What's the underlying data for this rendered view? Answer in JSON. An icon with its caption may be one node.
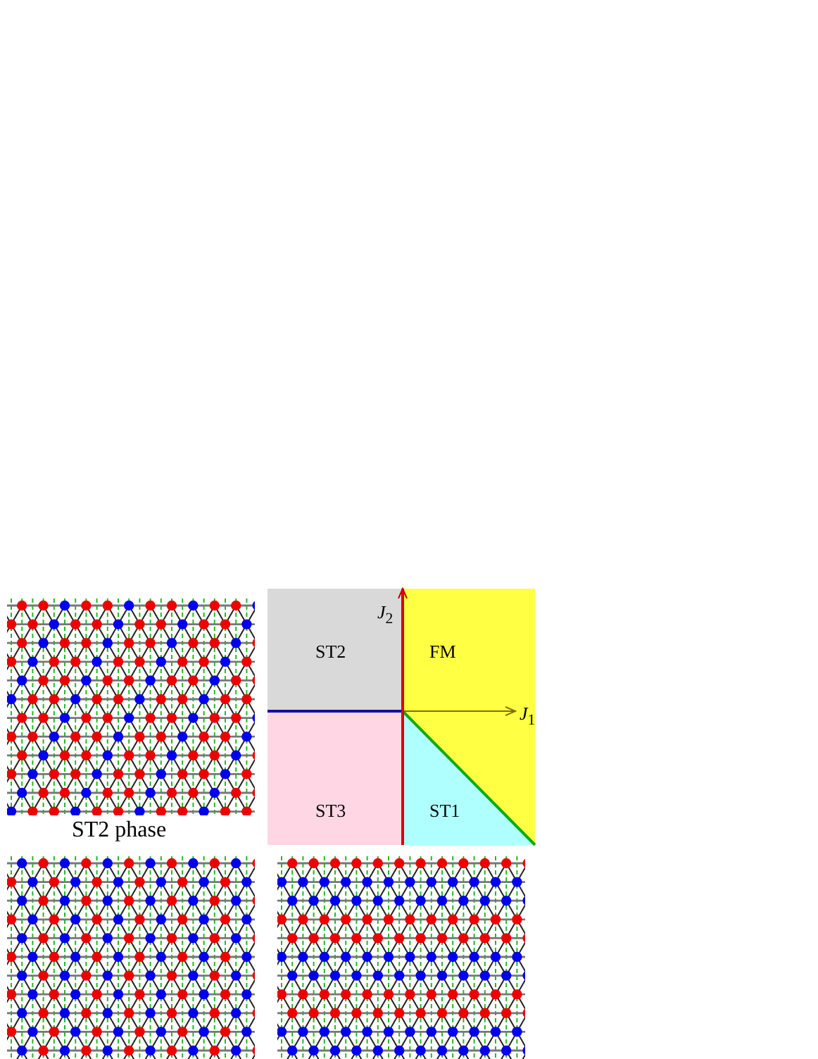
{
  "diagram": {
    "labels": [
      "*J*$_{2}$",
      "ST2",
      "FM",
      "*J*$_{1}$",
      "ST3",
      "ST1",
      "ST2 phase"
    ]
  }
}
